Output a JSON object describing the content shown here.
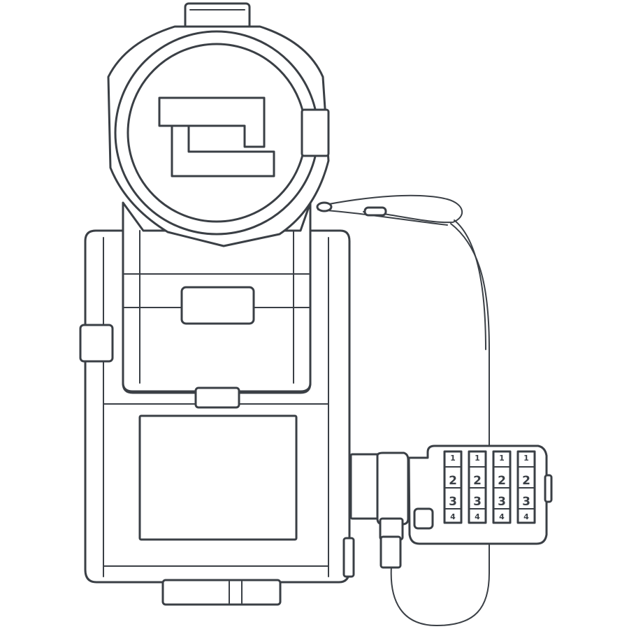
{
  "diagram": {
    "style": {
      "line_color": "#3a3f45",
      "background": "#ffffff"
    },
    "combination_lock": {
      "dials": [
        {
          "digits": [
            "1",
            "2",
            "3",
            "4"
          ]
        },
        {
          "digits": [
            "1",
            "2",
            "3",
            "4"
          ]
        },
        {
          "digits": [
            "1",
            "2",
            "3",
            "4"
          ]
        },
        {
          "digits": [
            "1",
            "2",
            "3",
            "4"
          ]
        }
      ]
    }
  }
}
